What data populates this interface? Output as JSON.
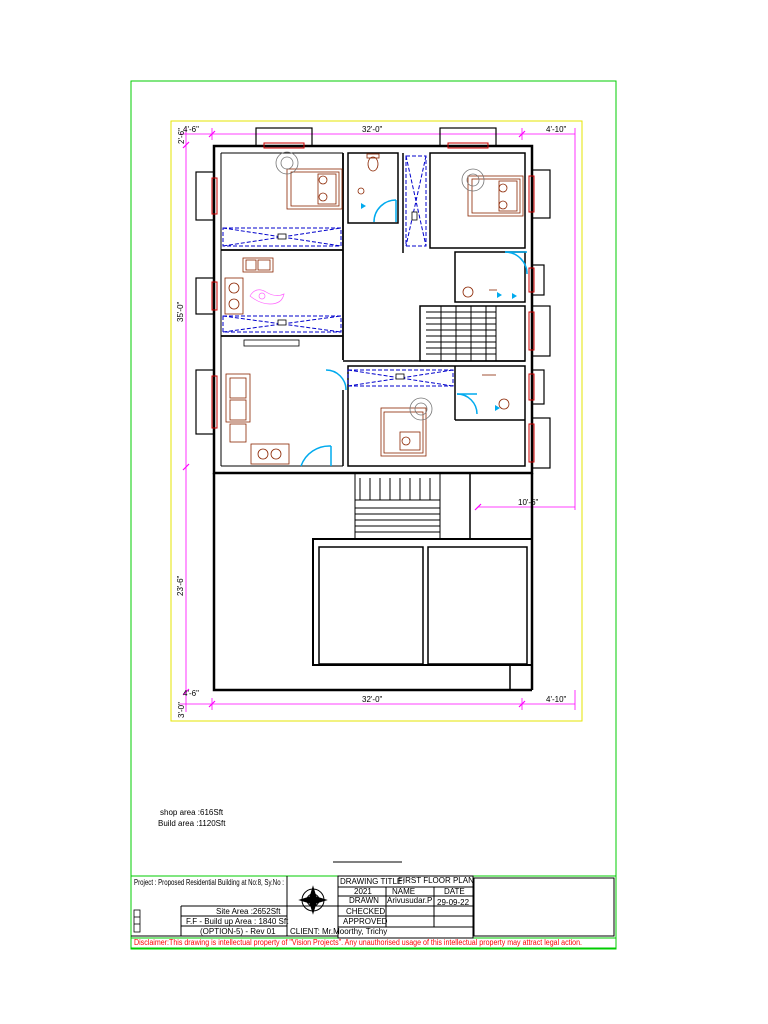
{
  "dimensions": {
    "top_left": "4'-6\"",
    "top_main": "32'-0\"",
    "top_right": "4'-10\"",
    "top_edge": "2'-6\"",
    "left_upper": "35'-0\"",
    "left_lower": "23'-6\"",
    "right_mid": "10'-6\"",
    "bottom_left": "4'-6\"",
    "bottom_main": "32'-0\"",
    "bottom_right": "4'-10\"",
    "bottom_edge": "3'-0\""
  },
  "notes": {
    "shop_area": "shop area :616Sft",
    "build_area": "Build area :1120Sft"
  },
  "title_block": {
    "project": "Project : Proposed Residential Building at No:8, Sy.No :",
    "site_area": "Site Area :2652Sft",
    "buildup_area": "F.F - Build up Area : 1840 Sft",
    "option": "(OPTION-5) - Rev 01",
    "client": "CLIENT: Mr.Moorthy, Trichy",
    "drawing_title_label": "DRAWING TITLE:",
    "drawing_title": "FIRST FLOOR PLAN",
    "year": "2021",
    "name_label": "NAME",
    "date_label": "DATE",
    "drawn_label": "DRAWN",
    "drawn_name": "Arivusudar.P",
    "drawn_date": "29-09-22",
    "checked_label": "CHECKED",
    "approved_label": "APPROVED",
    "disclaimer": "Disclaimer:This drawing is intellectual property of \"Vision Projects\". Any unauthorised usage of this intellectual property may attract legal action."
  },
  "colors": {
    "border": "#00cc00",
    "plot": "#e6e600",
    "wall": "#000000",
    "dimension": "#ff00ff",
    "window": "#cc0000",
    "furniture": "#8b2500",
    "door": "#00aaee",
    "beam": "#0000cc",
    "disclaimer": "#ff0000"
  }
}
